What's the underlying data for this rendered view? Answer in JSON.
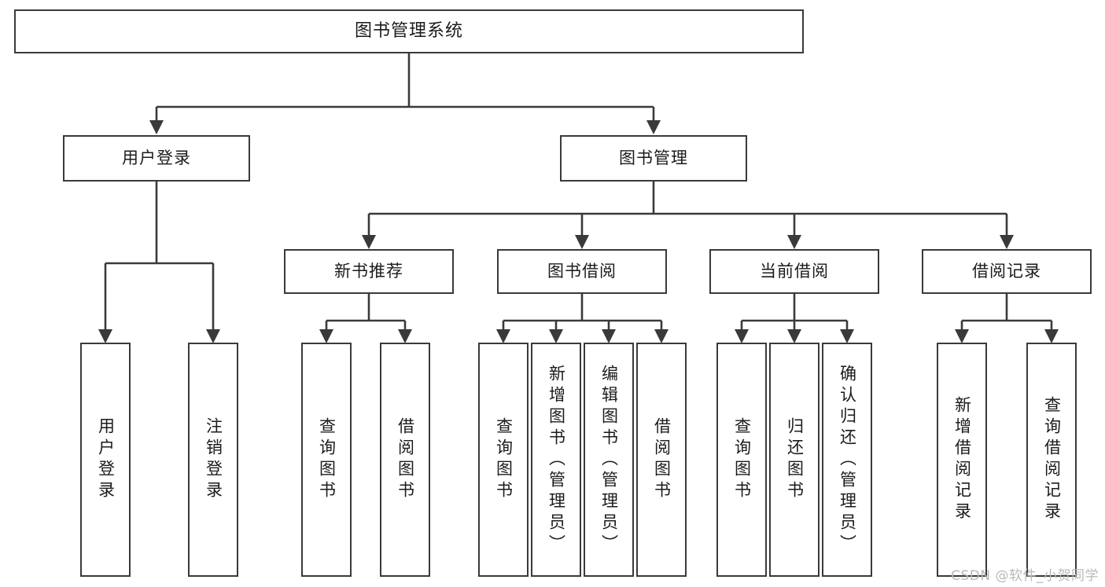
{
  "diagram": {
    "title": "图书管理系统",
    "type": "tree",
    "watermark": "CSDN @软件_小贺同学",
    "stroke_color": "#3a3a3a",
    "fill_color": "#ffffff",
    "text_color": "#1b1b1b",
    "watermark_color": "#b9b9b9"
  },
  "nodes": {
    "root": {
      "label": "图书管理系统",
      "orientation": "horizontal"
    },
    "level2": [
      {
        "label": "用户登录",
        "orientation": "horizontal"
      },
      {
        "label": "图书管理",
        "orientation": "horizontal"
      }
    ],
    "level3": [
      {
        "label": "新书推荐",
        "orientation": "horizontal"
      },
      {
        "label": "图书借阅",
        "orientation": "horizontal"
      },
      {
        "label": "当前借阅",
        "orientation": "horizontal"
      },
      {
        "label": "借阅记录",
        "orientation": "horizontal"
      }
    ],
    "leaves_user_login": [
      {
        "label": "用户登录",
        "orientation": "vertical"
      },
      {
        "label": "注销登录",
        "orientation": "vertical"
      }
    ],
    "leaves_new_books": [
      {
        "label": "查询图书",
        "orientation": "vertical"
      },
      {
        "label": "借阅图书",
        "orientation": "vertical"
      }
    ],
    "leaves_borrow": [
      {
        "label": "查询图书",
        "orientation": "vertical"
      },
      {
        "label": "新增图书（管理员）",
        "orientation": "vertical"
      },
      {
        "label": "编辑图书（管理员）",
        "orientation": "vertical"
      },
      {
        "label": "借阅图书",
        "orientation": "vertical"
      }
    ],
    "leaves_current": [
      {
        "label": "查询图书",
        "orientation": "vertical"
      },
      {
        "label": "归还图书",
        "orientation": "vertical"
      },
      {
        "label": "确认归还（管理员）",
        "orientation": "vertical"
      }
    ],
    "leaves_records": [
      {
        "label": "新增借阅记录",
        "orientation": "vertical"
      },
      {
        "label": "查询借阅记录",
        "orientation": "vertical"
      }
    ]
  }
}
